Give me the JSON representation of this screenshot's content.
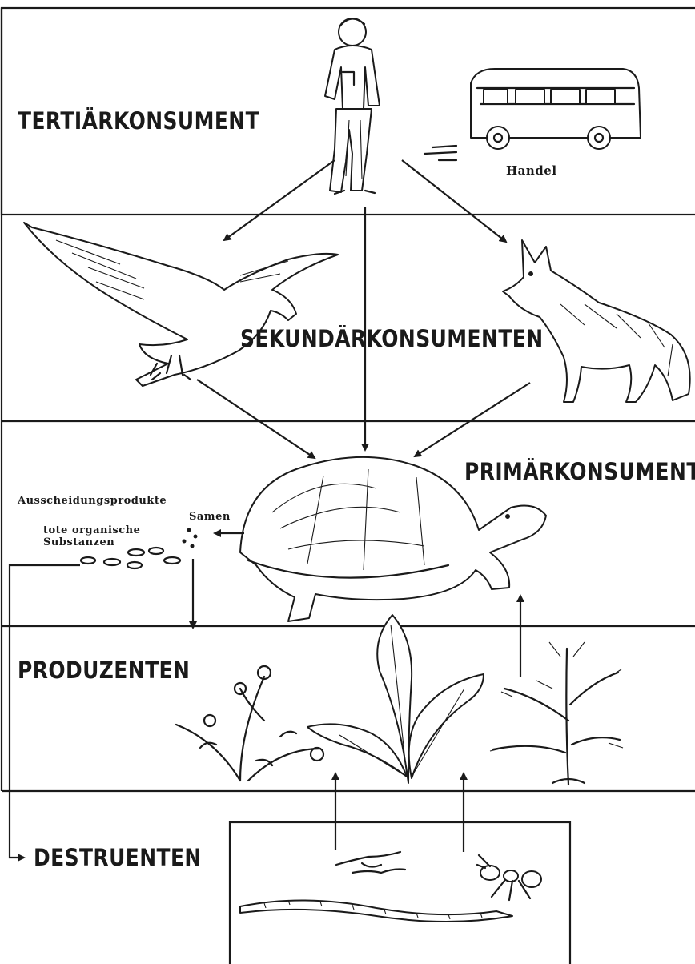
{
  "levels": {
    "tertiary": "TERTIÄRKONSUMENT",
    "secondary": "SEKUNDÄRKONSUMENTEN",
    "primary": "PRIMÄRKONSUMENT",
    "producers": "PRODUZENTEN",
    "decomposers": "DESTRUENTEN"
  },
  "annotations": {
    "trade": "Handel",
    "excretion": "Ausscheidungsprodukte",
    "seeds": "Samen",
    "dead_matter_1": "tote organische",
    "dead_matter_2": "Substanzen"
  },
  "illustrations": [
    "man",
    "van",
    "eagle",
    "fox",
    "tortoise",
    "flowering-herb",
    "broadleaf-plant",
    "shrub",
    "worm",
    "ant",
    "fungal-threads"
  ]
}
